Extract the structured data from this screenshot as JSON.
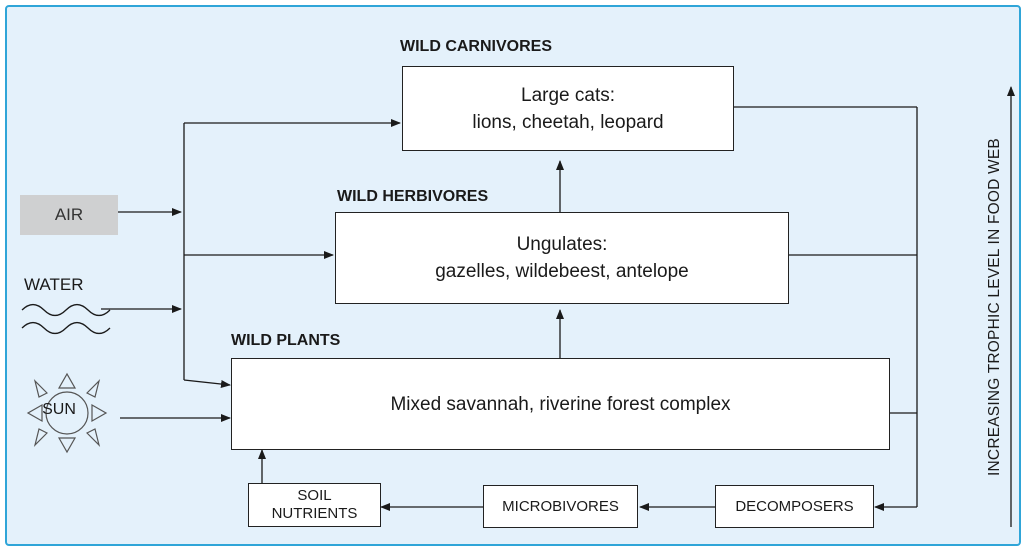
{
  "carnivores": {
    "heading": "WILD CARNIVORES",
    "line1": "Large cats:",
    "line2": "lions, cheetah, leopard"
  },
  "herbivores": {
    "heading": "WILD HERBIVORES",
    "line1": "Ungulates:",
    "line2": "gazelles, wildebeest, antelope"
  },
  "plants": {
    "heading": "WILD PLANTS",
    "line1": "Mixed savannah, riverine forest complex"
  },
  "inputs": {
    "air": "AIR",
    "water": "WATER",
    "sun": "SUN"
  },
  "cycle": {
    "soil_line1": "SOIL",
    "soil_line2": "NUTRIENTS",
    "microbivores": "MICROBIVORES",
    "decomposers": "DECOMPOSERS"
  },
  "axis_label": "INCREASING TROPHIC LEVEL IN FOOD WEB",
  "colors": {
    "background": "#e4f1fb",
    "border": "#2fa5d8",
    "air_box": "#cfd0d1"
  }
}
